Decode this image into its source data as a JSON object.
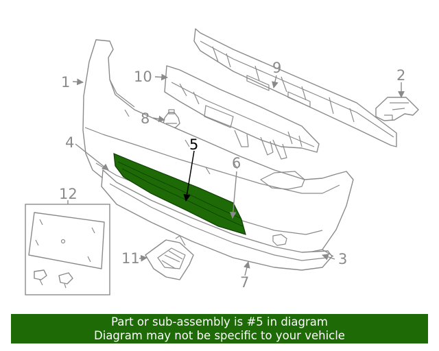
{
  "callouts": {
    "c1": "1",
    "c2": "2",
    "c3": "3",
    "c4": "4",
    "c5": "5",
    "c6": "6",
    "c7": "7",
    "c8": "8",
    "c9": "9",
    "c10": "10",
    "c11": "11",
    "c12": "12"
  },
  "banner": {
    "line1": "Part or sub-assembly is #5 in diagram",
    "line2": "Diagram may not be specific to your vehicle"
  },
  "colors": {
    "highlight_part": "#1d6a06",
    "banner_bg": "#1d6a06",
    "linework": "#8a8a8a"
  }
}
